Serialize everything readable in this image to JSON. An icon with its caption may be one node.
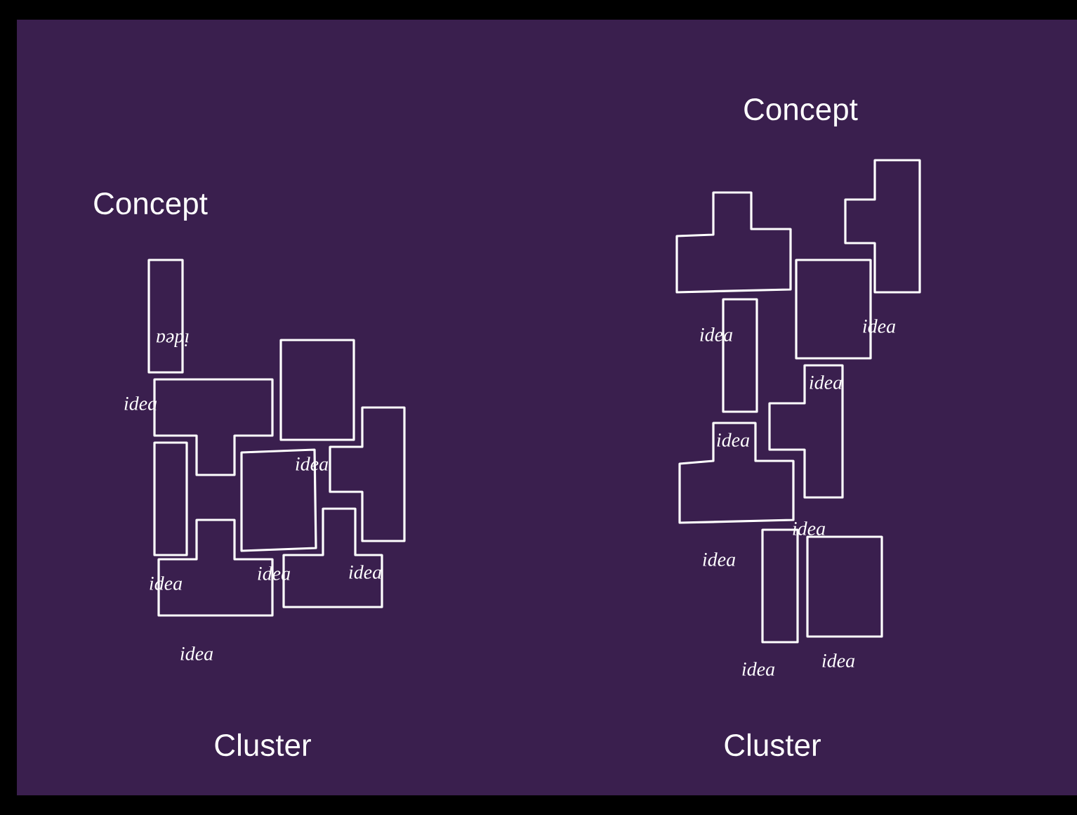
{
  "diagram": {
    "labels": [
      "Concept",
      "idea",
      "idea",
      "idea",
      "idea",
      "idea",
      "idea",
      "idea",
      "Cluster",
      "Concept",
      "idea",
      "idea",
      "idea",
      "idea",
      "idea",
      "idea",
      "idea",
      "idea",
      "Cluster"
    ]
  }
}
